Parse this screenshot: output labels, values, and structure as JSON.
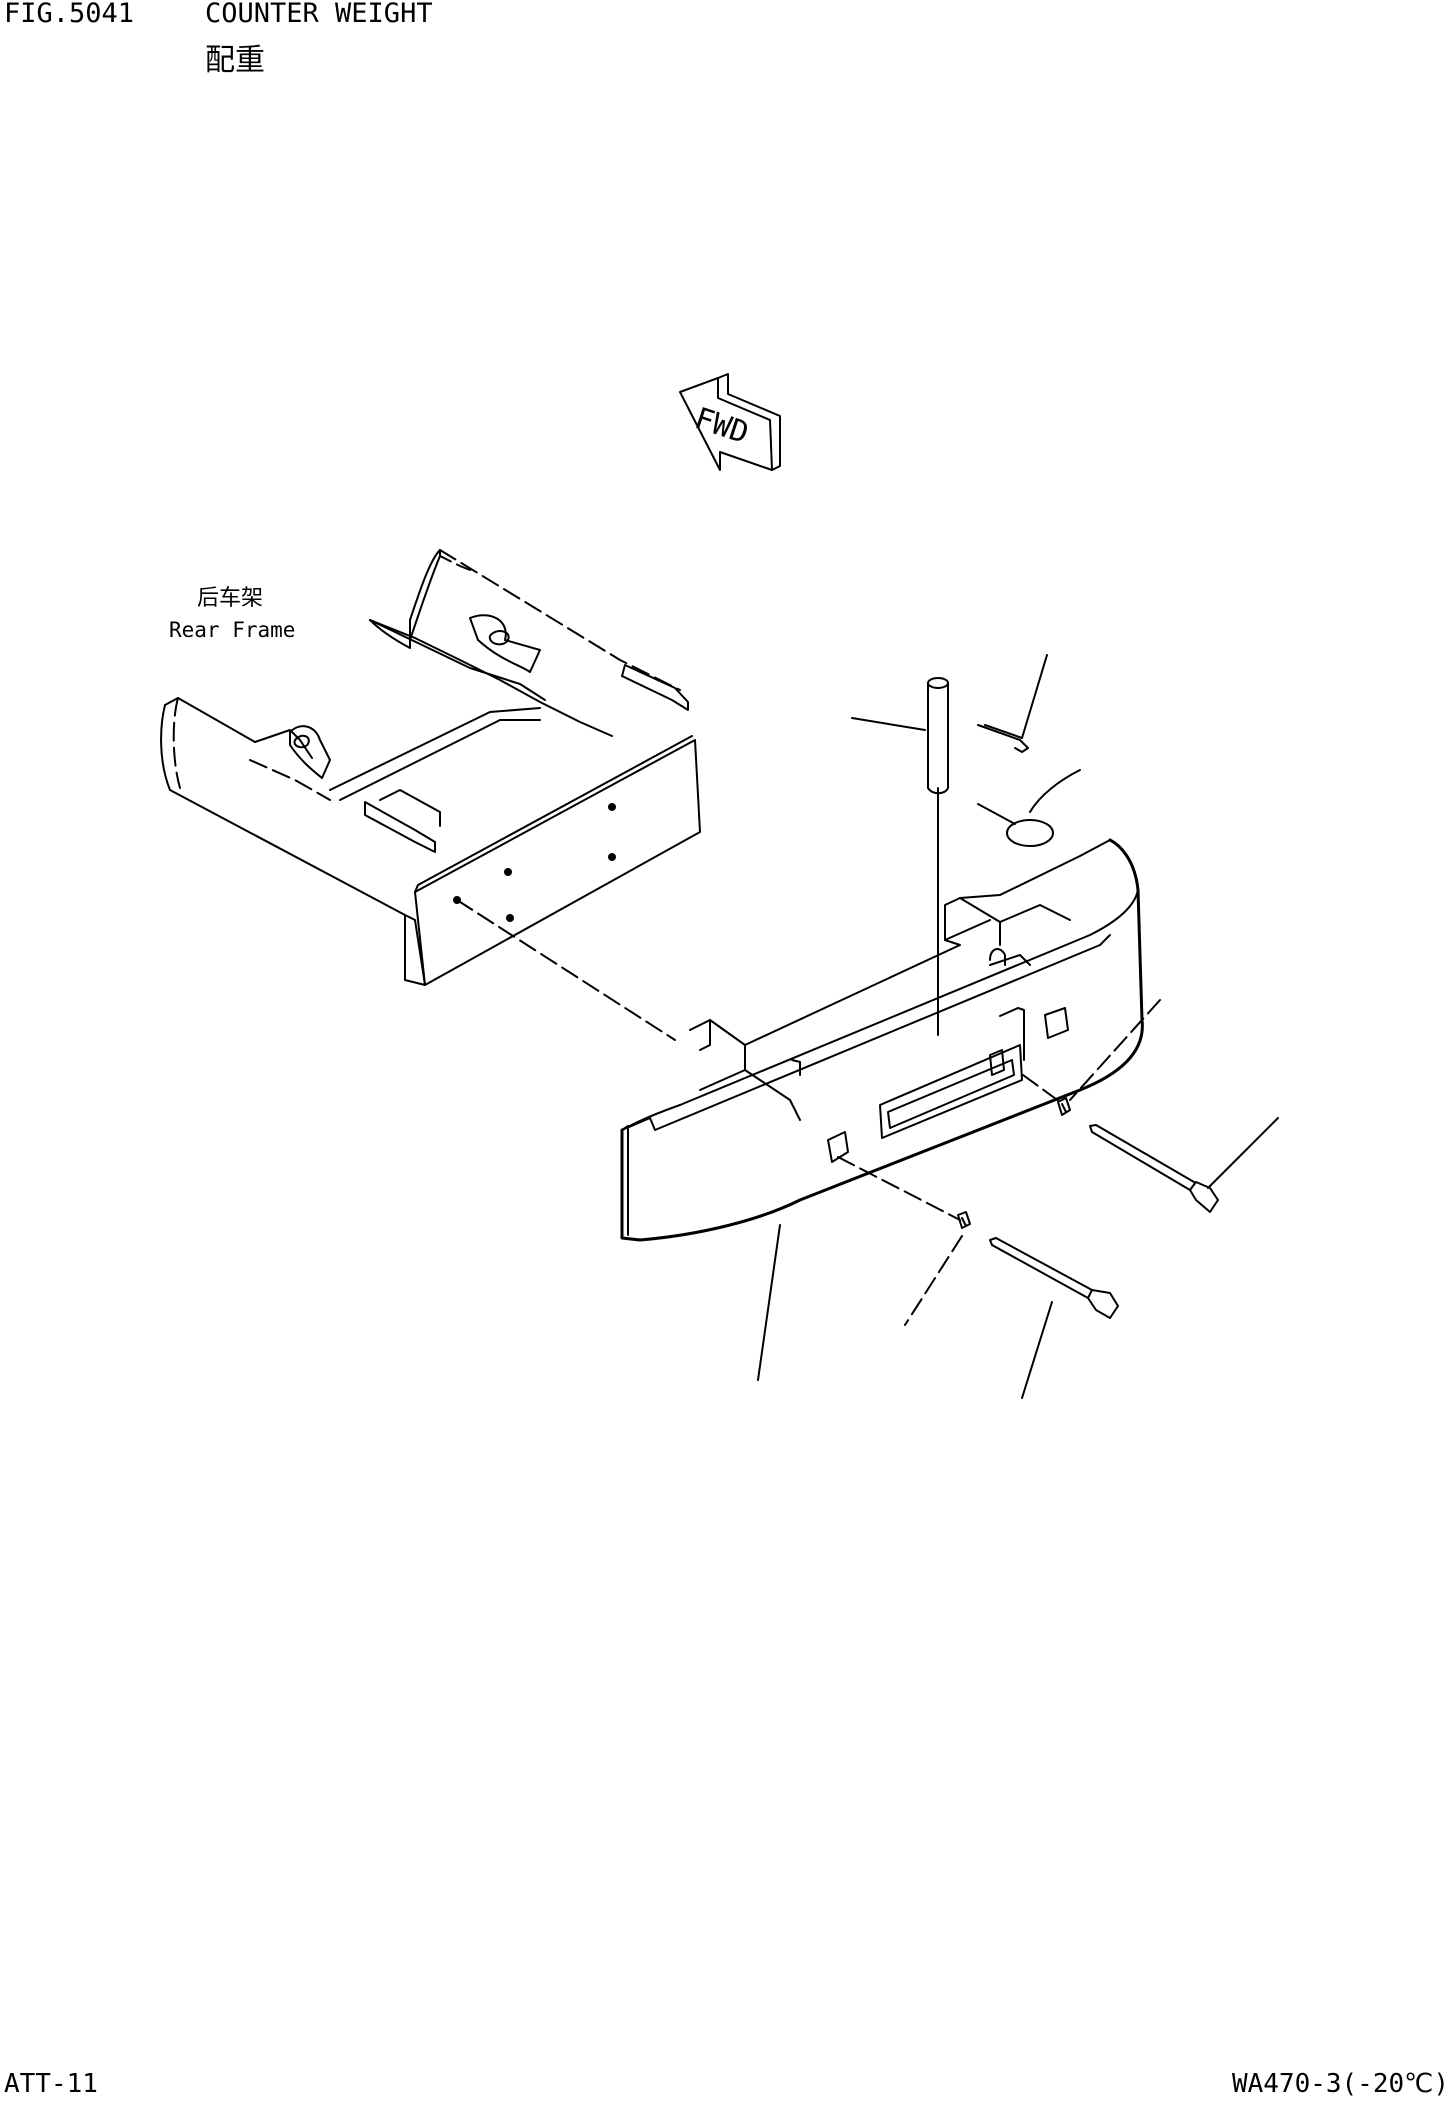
{
  "header": {
    "fig_number": "FIG.5041",
    "title_en": "COUNTER WEIGHT",
    "title_zh": "配重"
  },
  "labels": {
    "rear_frame_zh": "后车架",
    "rear_frame_en": "Rear Frame",
    "fwd_arrow": "FWD"
  },
  "footer": {
    "page_code": "ATT-11",
    "model": "WA470-3(-20℃)"
  }
}
